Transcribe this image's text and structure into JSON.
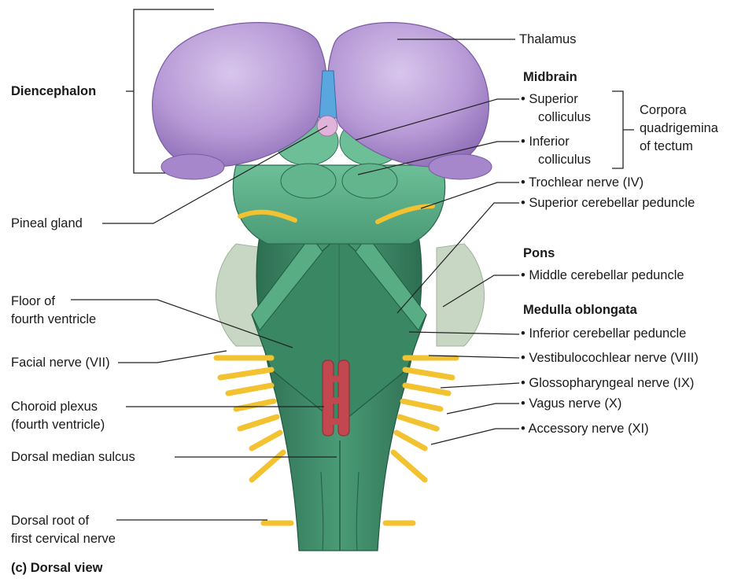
{
  "figure": {
    "caption": "(c) Dorsal view",
    "colors": {
      "thalamus": "#b79ad6",
      "brainstem": "#3f8d6b",
      "nerve": "#f2c230",
      "choroid": "#c2474f",
      "pineal": "#e0b3da",
      "peduncle": "#c8d6c4",
      "ventricle": "#5aa6df"
    }
  },
  "labels": {
    "diencephalon": "Diencephalon",
    "thalamus": "Thalamus",
    "midbrain": "Midbrain",
    "superior_colliculus": [
      "• Superior",
      "colliculus"
    ],
    "inferior_colliculus": [
      "• Inferior",
      "colliculus"
    ],
    "corpora": [
      "Corpora",
      "quadrigemina",
      "of tectum"
    ],
    "trochlear": "• Trochlear nerve (IV)",
    "superior_peduncle": "• Superior cerebellar peduncle",
    "pons": "Pons",
    "middle_peduncle": "• Middle cerebellar peduncle",
    "medulla": "Medulla oblongata",
    "inferior_peduncle": "• Inferior cerebellar peduncle",
    "vestibulocochlear": "• Vestibulocochlear nerve (VIII)",
    "glossopharyngeal": "• Glossopharyngeal nerve (IX)",
    "vagus": "• Vagus nerve (X)",
    "accessory": "• Accessory nerve (XI)",
    "pineal": "Pineal gland",
    "floor_fourth": [
      "Floor of",
      "fourth ventricle"
    ],
    "facial": "Facial nerve (VII)",
    "choroid": [
      "Choroid plexus",
      "(fourth ventricle)"
    ],
    "dorsal_sulcus": "Dorsal median sulcus",
    "dorsal_root": [
      "Dorsal root of",
      "first cervical nerve"
    ]
  }
}
